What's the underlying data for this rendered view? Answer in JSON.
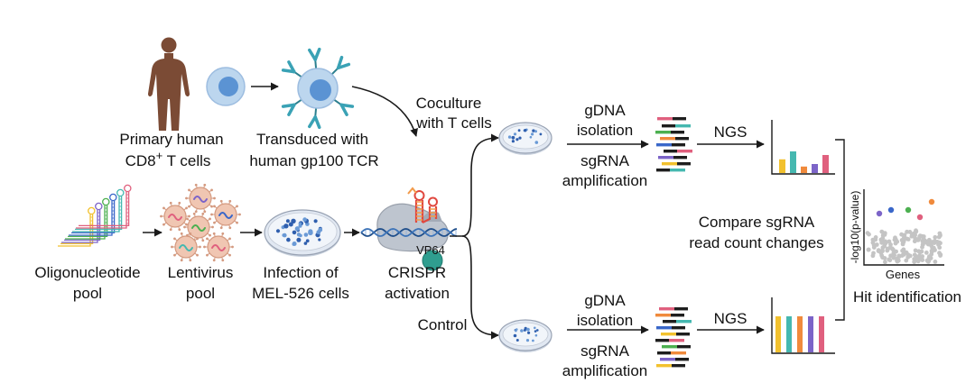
{
  "primary_cells": {
    "line1": "Primary human",
    "line2_main": "CD8",
    "line2_sup": "+",
    "line2_rest": " T cells"
  },
  "transduction": {
    "line1": "Transduced with",
    "line2": "human gp100 TCR"
  },
  "coculture": {
    "line1": "Coculture",
    "line2": "with T cells"
  },
  "oligo_pool": {
    "line1": "Oligonucleotide",
    "line2": "pool"
  },
  "lentivirus_pool": {
    "line1": "Lentivirus",
    "line2": "pool"
  },
  "infection": {
    "line1": "Infection of",
    "line2": "MEL-526 cells"
  },
  "crispr": {
    "line1": "CRISPR",
    "line2": "activation",
    "effector": "VP64"
  },
  "control": {
    "label": "Control"
  },
  "coculture_branch": {
    "gdna_line1": "gDNA",
    "gdna_line2": "isolation",
    "sgrna_line1": "sgRNA",
    "sgrna_line2": "amplification",
    "ngs": "NGS",
    "read_count_levels": [
      0.38,
      0.6,
      0.18,
      0.25,
      0.5
    ]
  },
  "control_branch": {
    "gdna_line1": "gDNA",
    "gdna_line2": "isolation",
    "sgrna_line1": "sgRNA",
    "sgrna_line2": "amplification",
    "ngs": "NGS",
    "read_count_levels": [
      1,
      1,
      1,
      1,
      1
    ]
  },
  "comparison": {
    "line1": "Compare sgRNA",
    "line2": "read count changes"
  },
  "hit_plot": {
    "ylabel": "-log10(p-value)",
    "xlabel": "Genes",
    "caption": "Hit identification"
  },
  "colors": {
    "human": "#7b4b35",
    "cell_fill": "#bcd6ee",
    "cell_stroke": "#9dbde0",
    "nucleus": "#5b93d3",
    "tcr": "#3aa2b5",
    "tcr_stem": "#2c7f8e",
    "virus": "#f0c6b2",
    "virus_stroke": "#d49a80",
    "dcas9": "#b8bfca",
    "vp64": "#2f9e8f",
    "guide_rna": "#e0483f",
    "null_genes": "#c4c4c4",
    "palette": [
      "#f2c12e",
      "#45b8b0",
      "#f08a3c",
      "#7c64c8",
      "#e0607e",
      "#3a67c9",
      "#4cb050"
    ]
  }
}
